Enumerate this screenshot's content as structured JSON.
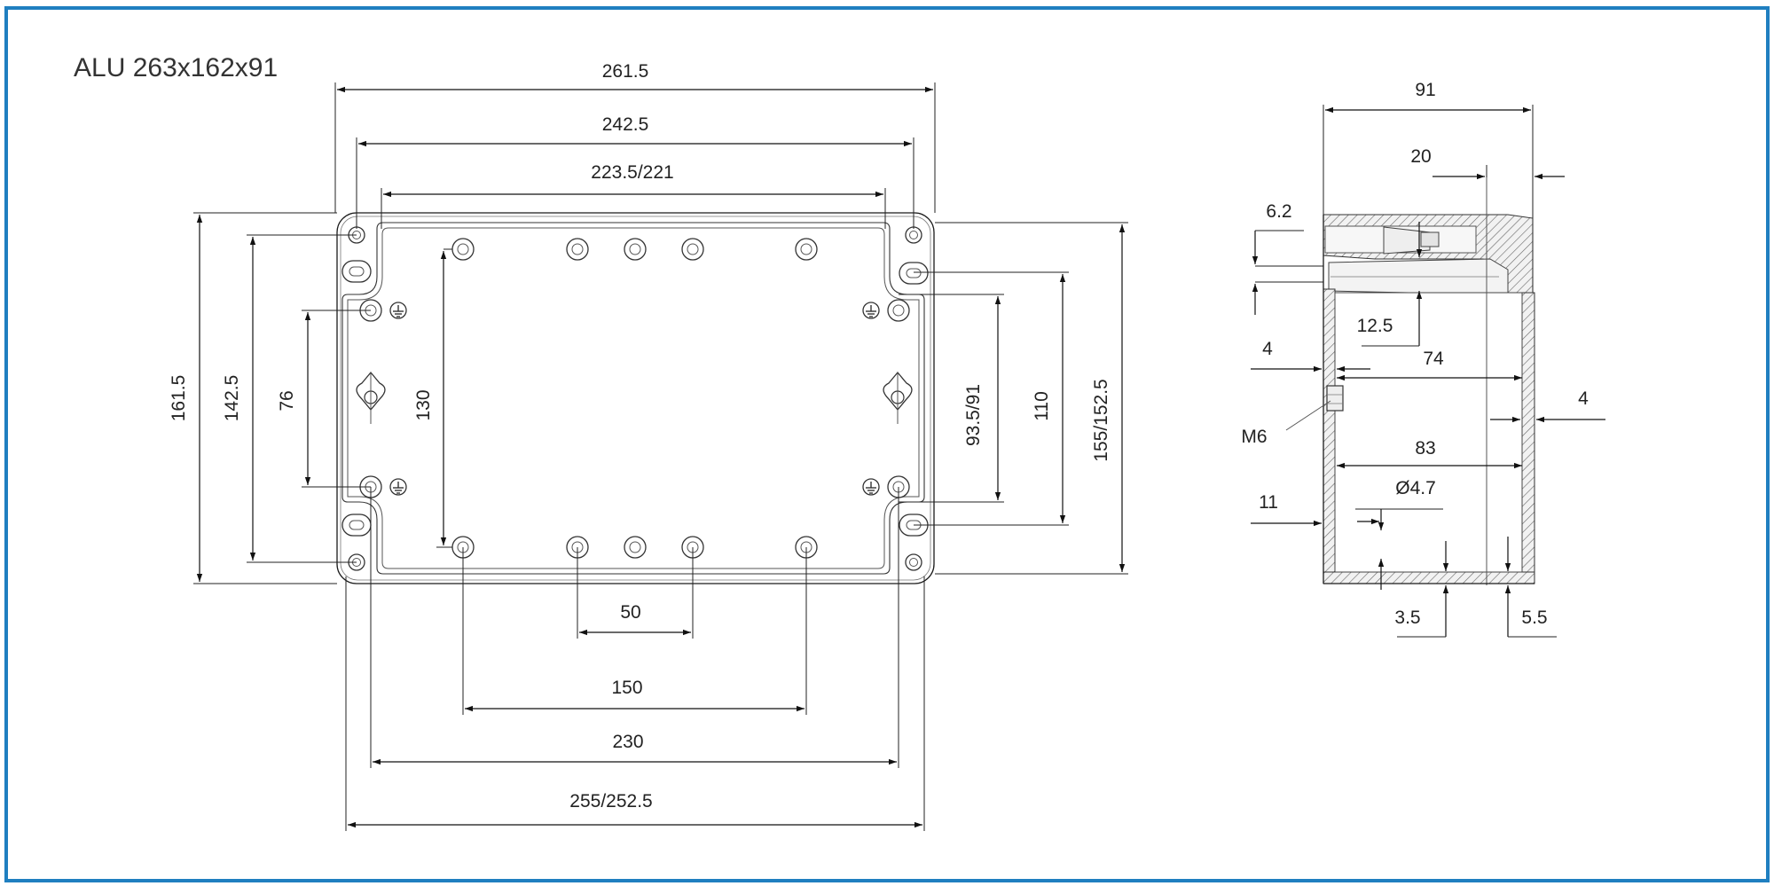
{
  "title": "ALU 263x162x91",
  "colors": {
    "frame": "#1f7fc0",
    "line": "#1a1a1a"
  },
  "icons": [
    "ground-symbol-icon",
    "mounting-hole-icon",
    "wall-bracket-icon"
  ],
  "dimensions": {
    "top_view": {
      "width_overall": "261.5",
      "width_flange": "242.5",
      "width_inner": "223.5/221",
      "height_overall": "161.5",
      "height_holes": "142.5",
      "height_76": "76",
      "height_130": "130",
      "height_93": "93.5/91",
      "height_110": "110",
      "height_155": "155/152.5",
      "spacing_50": "50",
      "spacing_150": "150",
      "spacing_230": "230",
      "width_255": "255/252.5"
    },
    "side_view": {
      "depth_overall": "91",
      "lid_20": "20",
      "d_6_2": "6.2",
      "d_12_5": "12.5",
      "wall_4_left": "4",
      "inner_74": "74",
      "wall_4_right": "4",
      "thread": "M6",
      "inner_83": "83",
      "d_11": "11",
      "hole_diameter": "Ø4.7",
      "d_3_5": "3.5",
      "d_5_5": "5.5"
    }
  }
}
